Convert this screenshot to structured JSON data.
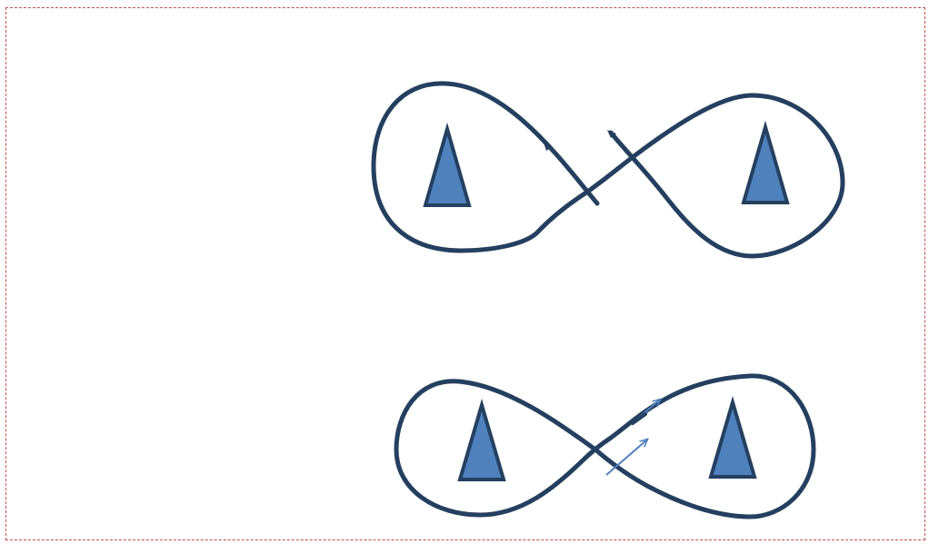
{
  "diagram": {
    "description_kind": "figure-eight flight paths around two cone markers",
    "colors": {
      "frame_border": "#c0504d",
      "path_stroke": "#243f60",
      "cone_fill": "#4f81bd",
      "cone_stroke": "#243f60",
      "arrow_light": "#4f81bd"
    },
    "figures": [
      {
        "id": "top",
        "cones": 2,
        "path_shape": "figure-eight",
        "arrows": 2
      },
      {
        "id": "bottom",
        "cones": 2,
        "path_shape": "figure-eight",
        "arrows": 2
      }
    ]
  }
}
